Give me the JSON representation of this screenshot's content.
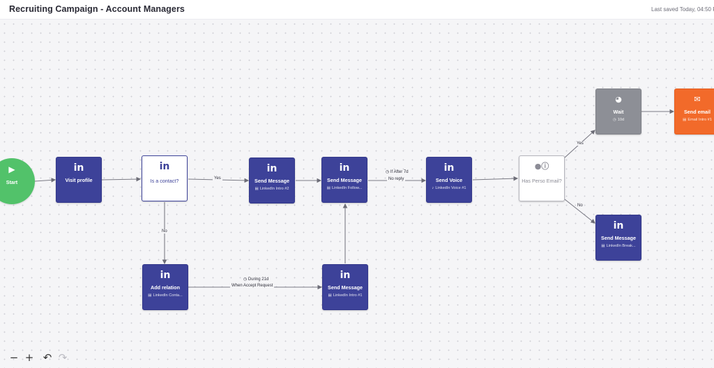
{
  "header": {
    "title": "Recruiting Campaign - Account Managers",
    "saved": "Last saved Today, 04:50 P"
  },
  "colors": {
    "linkedin": "#3d4299",
    "wait": "#8d8f96",
    "email": "#f26a2a",
    "start": "#52c26a"
  },
  "nodes": {
    "start": {
      "label": "Start",
      "icon": "play-icon"
    },
    "visit_profile": {
      "label": "Visit profile",
      "icon": "linkedin-icon"
    },
    "is_contact": {
      "label": "Is a contact?",
      "icon": "linkedin-icon"
    },
    "send_message_intro2": {
      "label": "Send Message",
      "sub": "LinkedIn Intro #2",
      "icon": "linkedin-icon"
    },
    "send_message_follow": {
      "label": "Send Message",
      "sub": "LinkedIn Follow...",
      "icon": "linkedin-icon"
    },
    "send_voice": {
      "label": "Send Voice",
      "sub": "LinkedIn Voice #1",
      "icon": "linkedin-icon"
    },
    "has_perso_email": {
      "label": "Has Perso Email?",
      "icon": "user-info-icon"
    },
    "wait": {
      "label": "Wait",
      "sub": "10d",
      "icon": "clock-icon"
    },
    "send_email": {
      "label": "Send email",
      "sub": "Email Intro #1",
      "icon": "mail-icon"
    },
    "send_message_break": {
      "label": "Send Message",
      "sub": "LinkedIn Break...",
      "icon": "linkedin-icon"
    },
    "add_relation": {
      "label": "Add relation",
      "sub": "LinkedIn Conta...",
      "icon": "linkedin-icon"
    },
    "send_message_intro1": {
      "label": "Send Message",
      "sub": "LinkedIn Intro #1",
      "icon": "linkedin-icon"
    }
  },
  "edges": {
    "yes_contact": "Yes",
    "no_contact": "No",
    "if_after": "If After 7d",
    "no_reply": "No reply",
    "during": "During 21d",
    "when_accept": "When Accept Request",
    "yes_email": "Yes",
    "no_email": "No"
  },
  "toolbar": {
    "zoom_out": "−",
    "zoom_in": "+",
    "undo": "↶",
    "redo": "↷"
  }
}
